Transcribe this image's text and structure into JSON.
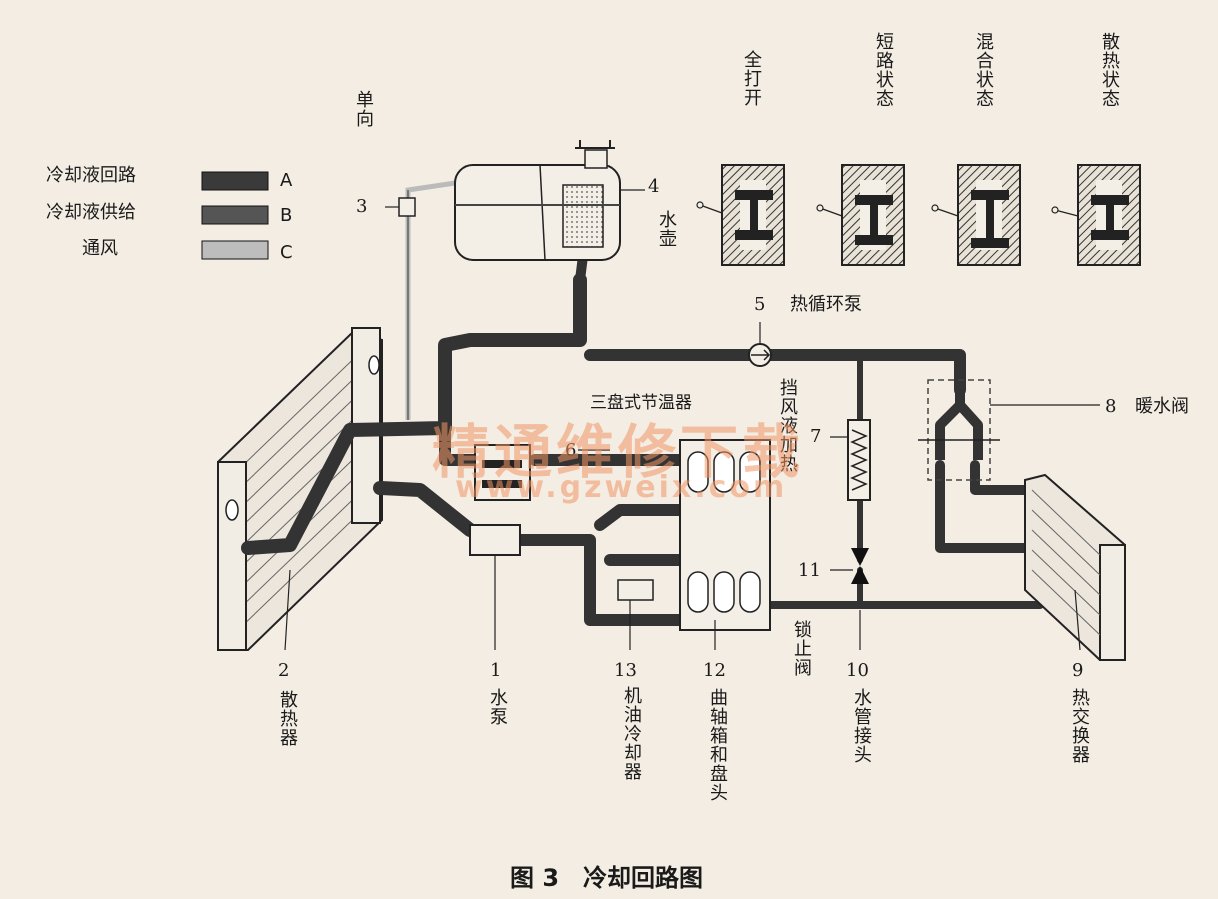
{
  "legend": [
    {
      "label": "冷却液回路",
      "key": "A",
      "color": "#3a3a3a"
    },
    {
      "label": "冷却液供给",
      "key": "B",
      "color": "#555555"
    },
    {
      "label": "通风",
      "key": "C",
      "color": "#bdbdbd"
    }
  ],
  "states": {
    "full_open": "全打开",
    "short_circuit": "短路状态",
    "mixed": "混合状态",
    "cooling": "散热状态"
  },
  "labels": {
    "one_way": "单向",
    "water_tank": "水壶",
    "thermostat": "三盘式节温器",
    "windshield_heat": "挡风液加热",
    "lock_valve": "锁止阀",
    "n1": "1",
    "n1_text": "水泵",
    "n2": "2",
    "n2_text": "散热器",
    "n3": "3",
    "n4": "4",
    "n5": "5",
    "n5_text": "热循环泵",
    "n6": "6",
    "n7": "7",
    "n8": "8",
    "n8_text": "暖水阀",
    "n9": "9",
    "n9_text": "热交换器",
    "n10": "10",
    "n10_text": "水管接头",
    "n11": "11",
    "n12": "12",
    "n12_text": "曲轴箱和盘头",
    "n13": "13",
    "n13_text": "机油冷却器"
  },
  "caption": "图 3　冷却回路图",
  "watermark": {
    "title": "精通维修下载",
    "url": "www.gzweix.com"
  }
}
